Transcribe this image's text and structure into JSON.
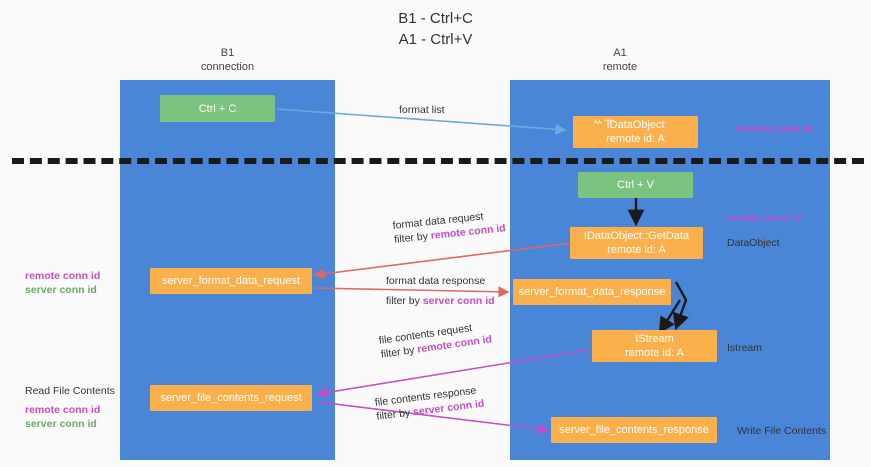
{
  "title": {
    "line1": "B1 - Ctrl+C",
    "line2": "A1 - Ctrl+V"
  },
  "lanes": [
    {
      "name": "B1",
      "sub": "connection"
    },
    {
      "name": "A1",
      "sub": "remote"
    }
  ],
  "nodes": {
    "ctrl_c": "Ctrl + C",
    "ctrl_v": "Ctrl + V",
    "idataobject_title": "IDataObject",
    "idataobject_ghost": "ᄊᄀ",
    "idataobject_sub": "remote id: A",
    "getdata_title": "IDataObject::GetData",
    "getdata_sub": "remote id: A",
    "istream_title": "IStream",
    "istream_sub": "remote id: A",
    "server_format_data_request": "server_format_data_request",
    "server_format_data_response": "server_format_data_response",
    "server_file_contents_request": "server_file_contents_request",
    "server_file_contents_response": "server_file_contents_response"
  },
  "edges": {
    "format_list": "format list",
    "format_data_request": "format data request",
    "format_data_request_filter_pre": "filter by ",
    "format_data_request_filter_key": "remote conn id",
    "format_data_response": "format data response",
    "format_data_response_filter_pre": "filter by ",
    "format_data_response_filter_key": "server conn id",
    "file_contents_request": "file contents request",
    "file_contents_request_filter_pre": "filter by ",
    "file_contents_request_filter_key": "remote conn id",
    "file_contents_response": "file contents response",
    "file_contents_response_filter_pre": "filter by ",
    "file_contents_response_filter_key": "server conn id"
  },
  "annotations": {
    "remote_conn_id_top": "remote conn id",
    "remote_conn_id_mid": "remote conn id",
    "dataobject": "DataObject",
    "istream": "Istream",
    "write_file_contents": "Write File Contents",
    "read_file_contents": "Read File Contents",
    "left_mid_remote": "remote conn id",
    "left_mid_server": "server conn id",
    "left_bottom_remote": "remote conn id",
    "left_bottom_server": "server conn id"
  },
  "colors": {
    "lane": "#4a86d8",
    "node_orange": "#fbb04b",
    "node_green": "#7ac47f",
    "accent_purple": "#c44ec4",
    "accent_green": "#6aaa64",
    "arrow_blue": "#6fa8dc",
    "arrow_red": "#e06666",
    "arrow_magenta": "#c44ec4",
    "arrow_black": "#1a1a1a"
  }
}
